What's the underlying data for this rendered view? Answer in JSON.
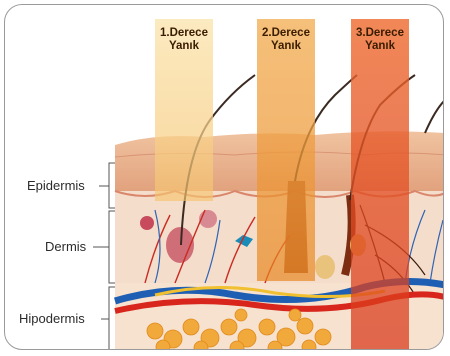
{
  "degrees": [
    {
      "line1": "1.Derece",
      "line2": "Yanık",
      "color": "#f8d48a"
    },
    {
      "line1": "2.Derece",
      "line2": "Yanık",
      "color": "#f0a23a"
    },
    {
      "line1": "3.Derece",
      "line2": "Yanık",
      "color": "#e8501c"
    }
  ],
  "layers": {
    "epidermis": "Epidermis",
    "dermis": "Dermis",
    "hipodermis": "Hipodermis"
  },
  "colors": {
    "skin_top": "#e9b08a",
    "dermis": "#f2d7c4",
    "fat": "#f2a93b",
    "artery": "#d8261d",
    "vein": "#1f5fb3"
  }
}
